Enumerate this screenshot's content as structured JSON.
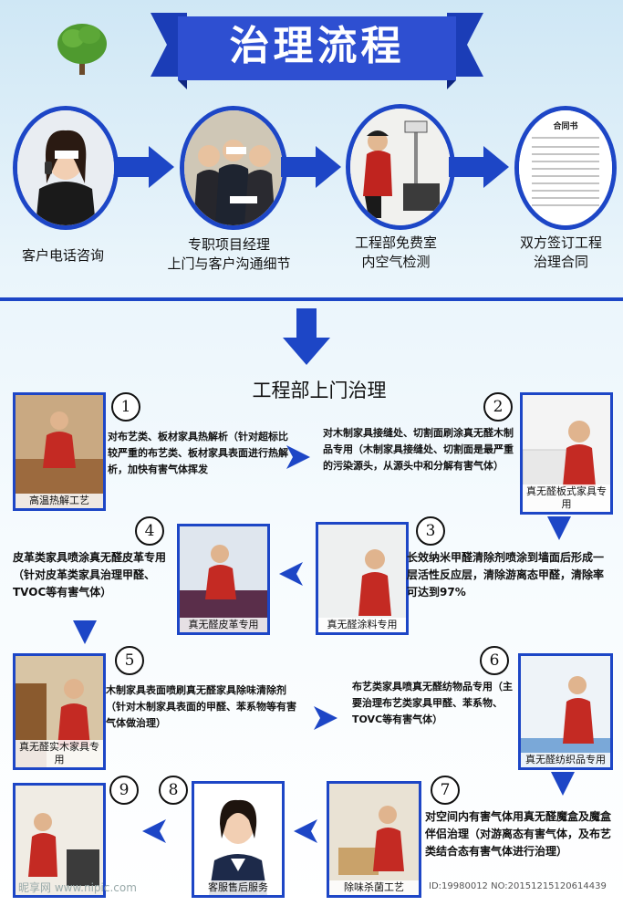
{
  "title": "治理流程",
  "colors": {
    "accent": "#1d46c6",
    "banner": "#2e4fd1",
    "text": "#111111"
  },
  "top_steps": [
    {
      "caption": [
        "客户电话咨询"
      ],
      "icon": "phone-woman-icon"
    },
    {
      "caption": [
        "专职项目经理",
        "上门与客户沟通细节"
      ],
      "icon": "handshake-icon"
    },
    {
      "caption": [
        "工程部免费室",
        "内空气检测"
      ],
      "icon": "air-test-icon"
    },
    {
      "caption": [
        "双方签订工程",
        "治理合同"
      ],
      "icon": "contract-icon"
    }
  ],
  "contract_doc_title": "合同书",
  "section_title": "工程部上门治理",
  "steps": [
    {
      "num": "1",
      "photo_label": "高温热解工艺",
      "desc": "对布艺类、板材家具热解析（针对超标比较严重的布艺类、板材家具表面进行热解析，加快有害气体挥发"
    },
    {
      "num": "2",
      "photo_label": "真无醛板式家具专用",
      "desc": "对木制家具接缝处、切割面刷涂真无醛木制品专用（木制家具接缝处、切割面是最严重的污染源头，从源头中和分解有害气体）"
    },
    {
      "num": "3",
      "photo_label": "真无醛涂料专用",
      "desc": "长效纳米甲醛清除剂喷涂到墙面后形成一层活性反应层，清除游离态甲醛，清除率可达到97%"
    },
    {
      "num": "4",
      "photo_label": "真无醛皮革专用",
      "desc": "皮革类家具喷涂真无醛皮革专用（针对皮革类家具治理甲醛、TVOC等有害气体）"
    },
    {
      "num": "5",
      "photo_label": "真无醛实木家具专用",
      "desc": "木制家具表面喷刷真无醛家具除味清除剂（针对木制家具表面的甲醛、苯系物等有害气体做治理）"
    },
    {
      "num": "6",
      "photo_label": "真无醛纺织品专用",
      "desc": "布艺类家具喷真无醛纺物品专用（主要治理布艺类家具甲醛、苯系物、TOVC等有害气体）"
    },
    {
      "num": "7",
      "photo_label": "除味杀菌工艺",
      "desc": "对空间内有害气体用真无醛魔盒及魔盒伴侣治理（对游离态有害气体，及布艺类结合态有害气体进行治理）"
    },
    {
      "num": "8",
      "photo_label": "客服售后服务",
      "desc": ""
    },
    {
      "num": "9",
      "photo_label": "",
      "desc": ""
    }
  ],
  "footer": {
    "watermark": "昵享网 www.nipic.com",
    "id": "ID:19980012 NO:20151215120614439"
  }
}
